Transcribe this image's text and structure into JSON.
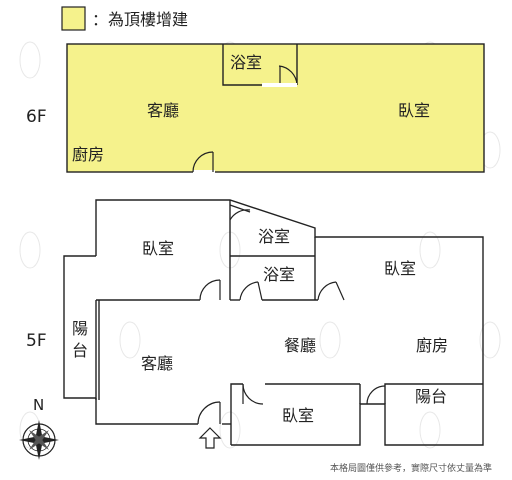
{
  "legend": {
    "text": "：為頂樓增建",
    "color": "#f5f28c"
  },
  "floors": {
    "f6": {
      "label": "6F",
      "fill": "#f5f28c"
    },
    "f5": {
      "label": "5F"
    }
  },
  "rooms_6f": {
    "bath": "浴室",
    "living": "客廳",
    "bedroom": "臥室",
    "kitchen": "廚房"
  },
  "rooms_5f": {
    "bedroom_nw": "臥室",
    "bath_upper": "浴室",
    "bath_lower": "浴室",
    "bedroom_ne": "臥室",
    "balcony_w_line1": "陽",
    "balcony_w_line2": "台",
    "living": "客廳",
    "dining": "餐廳",
    "kitchen": "廚房",
    "balcony_e": "陽台",
    "bedroom_s": "臥室"
  },
  "compass": {
    "label": "N",
    "icon": "compass-rose-icon"
  },
  "entrance_icon": "entrance-arrow-icon",
  "note": "本格局圖僅供參考，實際尺寸依丈量為準"
}
